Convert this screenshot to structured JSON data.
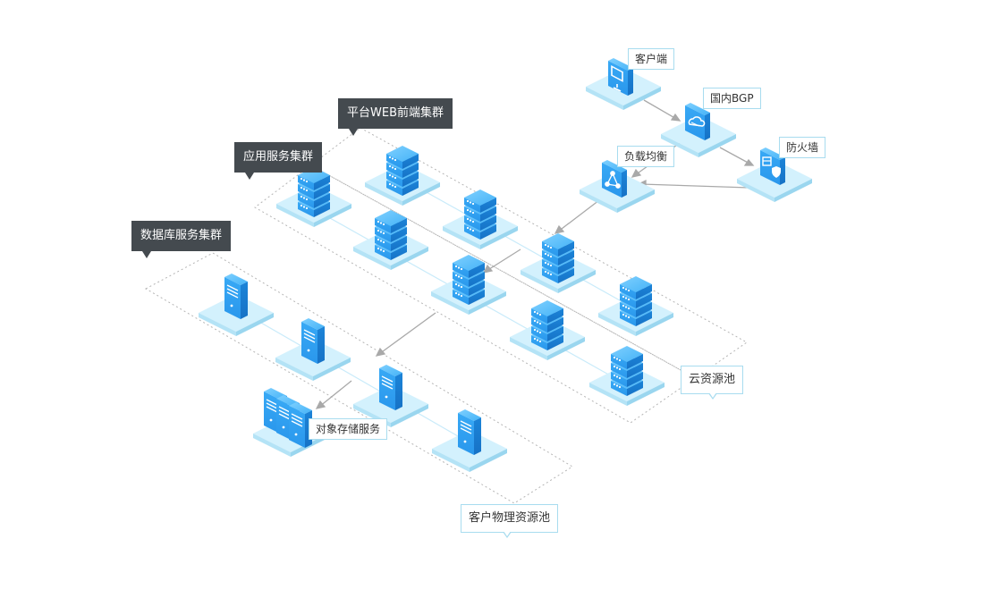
{
  "clusters": {
    "web": "平台WEB前端集群",
    "app": "应用服务集群",
    "db": "数据库服务集群"
  },
  "nodes": {
    "client": "客户端",
    "bgp": "国内BGP",
    "firewall": "防火墙",
    "load_balancer": "负载均衡",
    "object_storage": "对象存储服务"
  },
  "pools": {
    "cloud": "云资源池",
    "physical": "客户物理资源池"
  },
  "icons": {
    "client": "monitor-icon",
    "bgp": "cloud-icon",
    "firewall": "shield-icon",
    "load_balancer": "network-share-icon",
    "server": "server-stack-icon",
    "tower": "tower-server-icon"
  },
  "colors": {
    "accent": "#2a9df4",
    "platform": "#c8ecfb",
    "callout": "#444a4f",
    "connector": "#aaaaaa",
    "border": "#a8dcef"
  }
}
